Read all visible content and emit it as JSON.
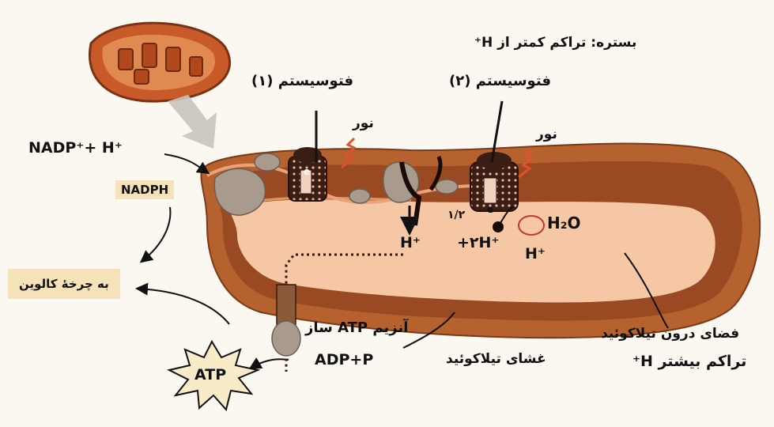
{
  "labels": {
    "nadp_plus_h": "NADP⁺+ H⁺",
    "nadph": "NADPH",
    "calvin_cycle": "به چرخهٔ کالوین",
    "photosystem1": "فتوسیستم (۱)",
    "photosystem2": "فتوسیستم (۲)",
    "stroma_note": "بستره: تراکم کمتر از H⁺",
    "light_1": "نور",
    "light_2": "نور",
    "electron_1": "e",
    "electron_2": "e",
    "water": "H₂O",
    "half": "۱/۲",
    "proton_left": "H⁺",
    "proton_pair": "+۲H⁺",
    "proton_lumen": "H⁺",
    "atp_synthase": "آنزیم ATP ساز",
    "adp_p": "ADP+P",
    "atp": "ATP",
    "thylakoid_membrane": "غشای تیلاکوئید",
    "lumen_line1": "فضای درون تیلاکوئید",
    "lumen_line2": "تراکم بیشتر H⁺"
  },
  "colors": {
    "membrane_outer": "#b5622f",
    "membrane_inner": "#9a4a22",
    "lumen": "#f5c7a4",
    "protein": "#a89a8c",
    "complex_dark": "#4a2a20",
    "light_zigzag": "#e0522a",
    "label_box": "#f6e2b8"
  },
  "icons": {
    "chloroplast": "chloroplast-icon",
    "light": "light-zigzag-icon",
    "atp_burst": "starburst-icon"
  }
}
